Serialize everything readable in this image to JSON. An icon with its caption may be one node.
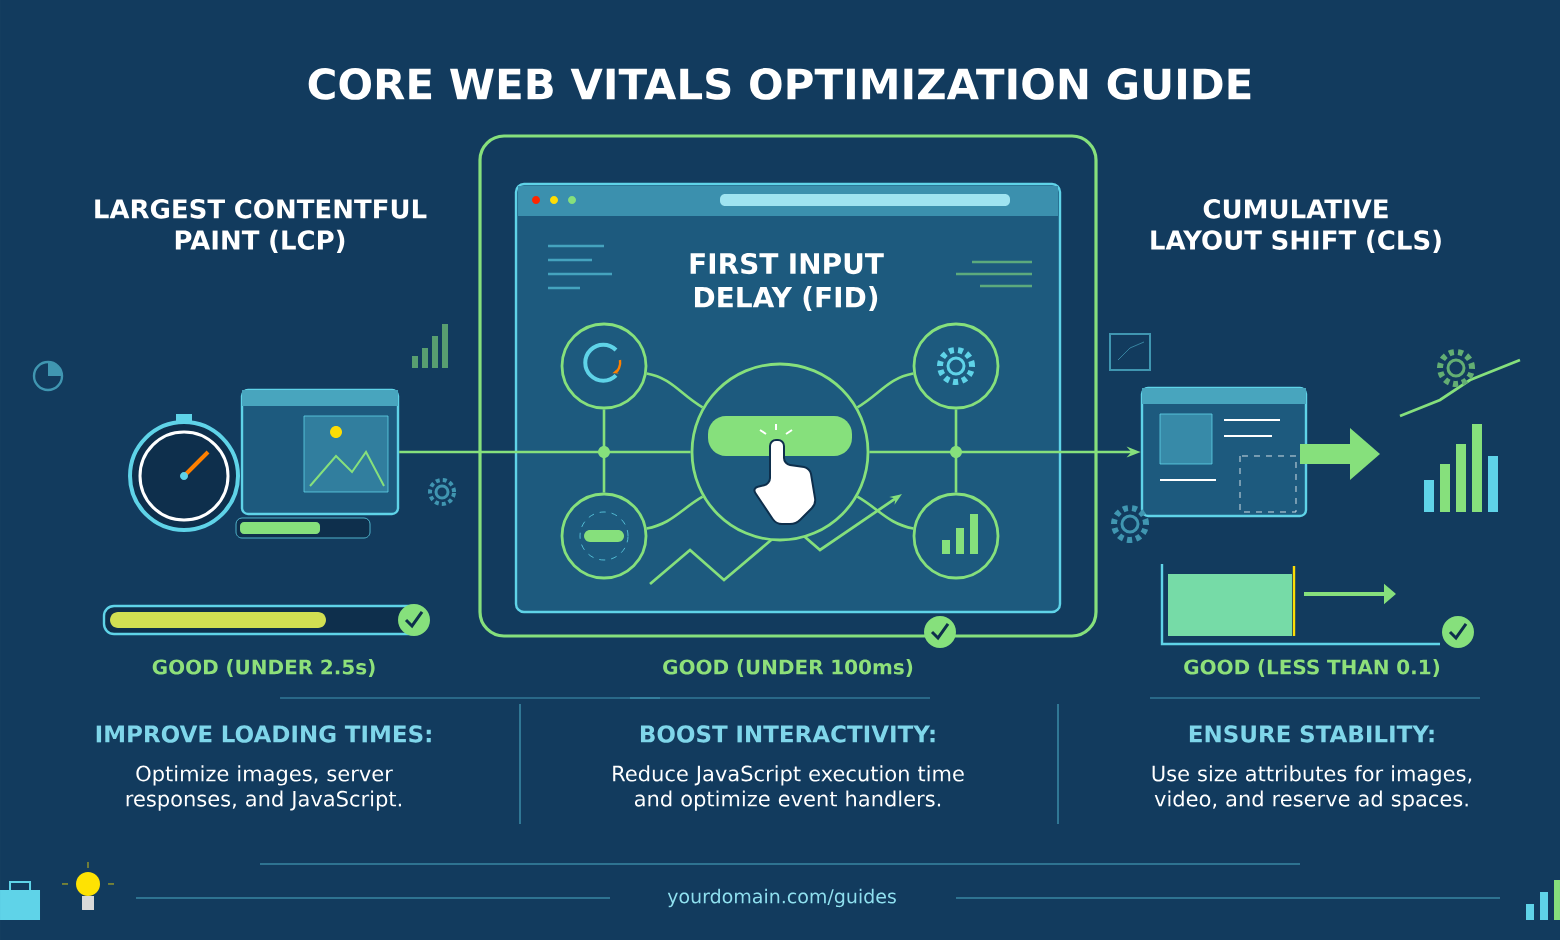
{
  "diagram": {
    "title": "CORE WEB VITALS OPTIMIZATION GUIDE",
    "nodes": [
      {
        "text": [],
        "shape": "picture"
      },
      {
        "text": [
          "FIRST INPUT DELAY (FID)"
        ]
      },
      {
        "text": [],
        "shape": "circle",
        "in": 1
      },
      {
        "text": [],
        "shape": "circle",
        "in": 1
      },
      {
        "text": [],
        "shape": "circle",
        "in": 1
      },
      {
        "text": [],
        "shape": "circle",
        "in": 1
      },
      {
        "text": [],
        "shape": "circle",
        "in": 1
      },
      {
        "text": [],
        "shape": "picture"
      }
    ],
    "edges": [
      {
        "from": 0,
        "to": 4,
        "arrow": "none"
      },
      {
        "from": 4,
        "to": 7,
        "arrow": "to"
      },
      {
        "from": 2,
        "to": 3,
        "arrow": "none"
      },
      {
        "from": 2,
        "to": 4,
        "arrow": "none"
      },
      {
        "from": 3,
        "to": 4,
        "arrow": "none"
      },
      {
        "from": 5,
        "to": 4,
        "arrow": "none"
      },
      {
        "from": 6,
        "to": 4,
        "arrow": "none"
      },
      {
        "from": 5,
        "to": 6,
        "arrow": "none"
      }
    ],
    "labels": [
      "LARGEST CONTENTFUL PAINT (LCP)",
      "CUMULATIVE LAYOUT SHIFT (CLS)",
      "GOOD (UNDER 2.5s)",
      "GOOD (UNDER 100ms)",
      "GOOD (LESS THAN 0.1)",
      "IMPROVE LOADING TIMES:",
      "Optimize images, server responses, and JavaScript.",
      "BOOST INTERACTIVITY:",
      "Reduce JavaScript execution time and optimize event handlers.",
      "ENSURE STABILITY:",
      "Use size attributes for images, video, and reserve ad spaces.",
      "yourdomain.com/guides"
    ]
  }
}
